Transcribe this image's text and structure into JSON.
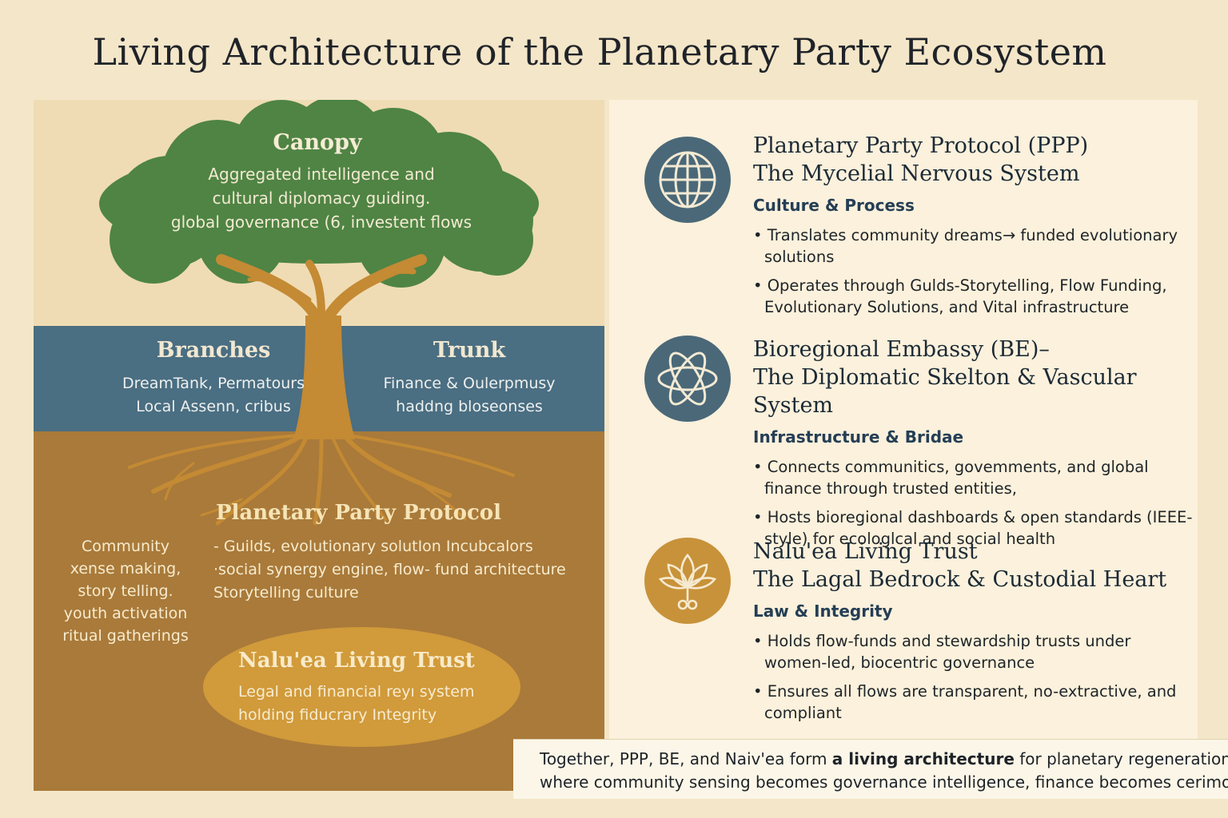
{
  "title": "Living Architecture of the Planetary Party Ecosystem",
  "tree": {
    "canopy": {
      "title": "Canopy",
      "lines": [
        "Aggregated intelligence and",
        "cultural diplomacy guiding.",
        "global governance (6, investent flows"
      ]
    },
    "branches": {
      "title": "Branches",
      "lines": [
        "DreamTank, Permatours",
        "Local Assenn, cribus"
      ]
    },
    "trunk": {
      "title": "Trunk",
      "lines": [
        "Finance & Oulerpmusy",
        "haddng bloseonses"
      ]
    },
    "protocol": {
      "title": "Planetary Party Protocol",
      "lines": [
        "- Guilds, evolutionary solutIon Incubcalors",
        "·social synergy engine, flow- fund architecture",
        " Storytelling culture"
      ]
    },
    "community": {
      "lines": [
        "Community",
        "xense making,",
        "story telling.",
        "youth activation",
        "ritual gatherings"
      ]
    },
    "trust": {
      "title": "Nalu'ea Living Trust",
      "lines": [
        "Legal and financial reyı system",
        "holding fiducrary Integrity"
      ]
    }
  },
  "sections": [
    {
      "icon": "globe-icon",
      "icon_color": "#4a6878",
      "title_line1": "Planetary Party Protocol (PPP)",
      "title_line2": "The Mycelial Nervous System",
      "subtitle": "Culture & Process",
      "bullets": [
        "Translates community dreams→ funded evolutionary solutions",
        "Operates through Gulds-Storytelling, Flow Funding, Evolutionary Solutions, and Vital infrastructure"
      ]
    },
    {
      "icon": "atom-knot-icon",
      "icon_color": "#4a6878",
      "title_line1": "Bioregional Embassy (BE)–",
      "title_line2": "The Diplomatic Skelton & Vascular System",
      "subtitle": "Infrastructure & Bridae",
      "bullets": [
        "Connects communitics, govemments, and global finance through trusted entities,",
        "Hosts bioregional dashboards & open standards (IEEE-style) for ecologlcal and social health"
      ]
    },
    {
      "icon": "lotus-icon",
      "icon_color": "#c8923a",
      "title_line1": "Nalu'ea Living Trust",
      "title_line2": "The Lagal Bedrock & Custodial Heart",
      "subtitle": "Law & Integrity",
      "bullets": [
        "Holds flow-funds and stewardship trusts under women-led, biocentric governance",
        "Ensures all flows are transparent, no-extractive, and compliant"
      ]
    }
  ],
  "footer": {
    "line1_prefix": "Together, PPP, BE, and Naiv'ea form ",
    "line1_bold": "a living architecture",
    "line1_suffix": " for planetary regeneration ~",
    "line2": "where community sensing becomes governance intelligence, finance becomes cerimocity."
  },
  "colors": {
    "background": "#f4e6c8",
    "canopy_green": "#4f8444",
    "band_blue": "#4a6e82",
    "soil_brown": "#a97a3a",
    "trunk_ochre": "#c48a34",
    "trust_gold": "#d19a3a"
  }
}
